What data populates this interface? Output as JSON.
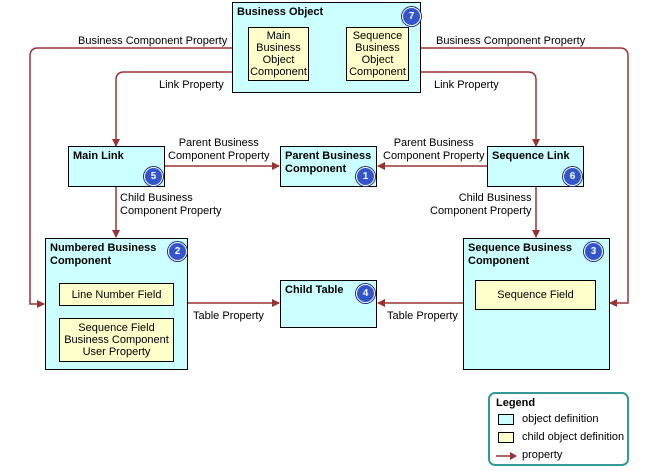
{
  "boxes": {
    "business_object": {
      "title": "Business Object",
      "number": "7"
    },
    "main_link": {
      "title": "Main Link",
      "number": "5"
    },
    "parent_bc": {
      "title": "Parent Business\nComponent",
      "number": "1"
    },
    "sequence_link": {
      "title": "Sequence Link",
      "number": "6"
    },
    "numbered_bc": {
      "title": "Numbered Business\nComponent",
      "number": "2"
    },
    "child_table": {
      "title": "Child Table",
      "number": "4"
    },
    "sequence_bc": {
      "title": "Sequence Business\nComponent",
      "number": "3"
    }
  },
  "child_boxes": {
    "main_bo_component": "Main\nBusiness\nObject\nComponent",
    "sequence_bo_component": "Sequence\nBusiness\nObject\nComponent",
    "line_number_field": "Line Number Field",
    "sequence_field_user_property": "Sequence Field\nBusiness Component\nUser Property",
    "sequence_field": "Sequence Field"
  },
  "arrow_labels": {
    "bc_property_left": "Business Component Property",
    "bc_property_right": "Business Component Property",
    "link_property_left": "Link Property",
    "link_property_right": "Link Property",
    "parent_bc_property_left": "Parent Business\nComponent Property",
    "parent_bc_property_right": "Parent Business\nComponent Property",
    "child_bc_property_left": "Child Business\nComponent Property",
    "child_bc_property_right": "Child Business\nComponent Property",
    "table_property_left": "Table Property",
    "table_property_right": "Table Property"
  },
  "legend": {
    "title": "Legend",
    "object_definition": "object definition",
    "child_object_definition": "child object definition",
    "property": "property"
  },
  "colors": {
    "object_fill": "#ccffff",
    "child_fill": "#ffffcc",
    "arrow": "#993333",
    "badge": "#3355cc",
    "legend_border": "#339999"
  }
}
